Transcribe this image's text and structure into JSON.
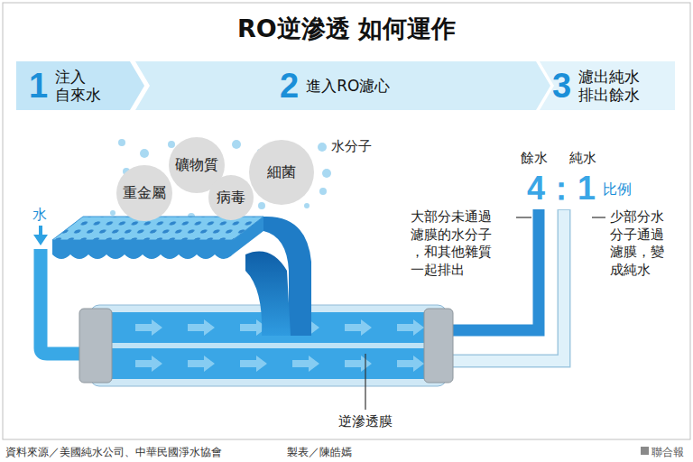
{
  "diagram": {
    "title": "RO逆滲透 如何運作",
    "nodes": [
      {
        "text": [
          "1",
          "注入 自來水"
        ]
      },
      {
        "text": [
          "2",
          "進入RO濾心"
        ]
      },
      {
        "text": [
          "3",
          "濾出純水 排出餘水"
        ]
      },
      {
        "text": [
          "礦物質"
        ]
      },
      {
        "text": [
          "細菌"
        ]
      },
      {
        "text": [
          "重金屬"
        ]
      },
      {
        "text": [
          "病毒"
        ]
      }
    ],
    "labels": [
      "水分子",
      "水",
      "餘水",
      "純水",
      "4：1",
      "比例",
      "大部分未通過 濾膜的水分子 ，和其他雜質 一起排出",
      "少部分水 分子通過 濾膜，變 成純水",
      "逆滲透膜",
      "資料來源／美國純水公司、中華民國淨水協會",
      "製表／陳皓嫣",
      "聯合報"
    ]
  }
}
